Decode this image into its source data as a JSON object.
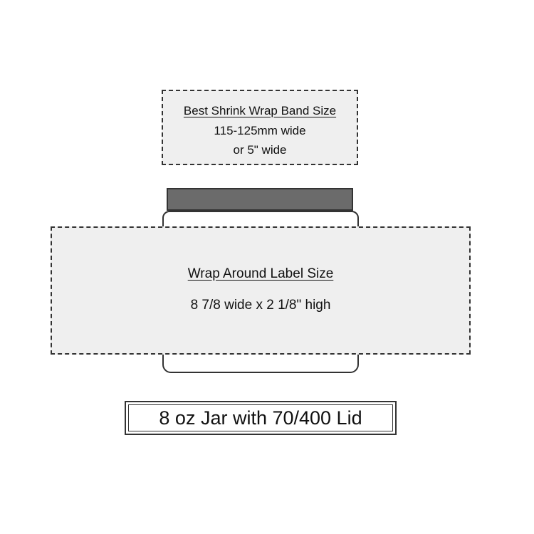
{
  "shrink_band": {
    "title": "Best Shrink Wrap Band Size",
    "line1": "115-125mm wide",
    "line2": "or 5\" wide"
  },
  "wrap_label": {
    "title": "Wrap Around Label Size",
    "dimensions": "8 7/8 wide x 2 1/8\" high"
  },
  "caption": {
    "text": "8 oz Jar with 70/400 Lid"
  }
}
